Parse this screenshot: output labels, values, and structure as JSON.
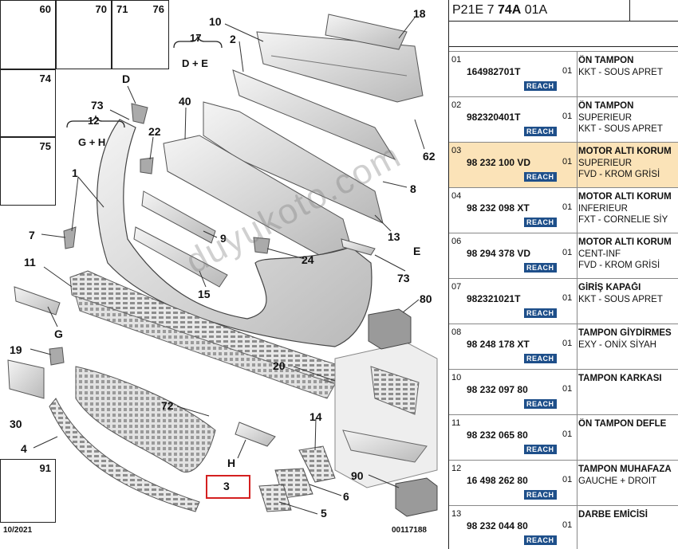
{
  "header": {
    "code_prefix": "P21E 7 ",
    "code_bold": "74A",
    "code_suffix": " 01A"
  },
  "diagram": {
    "date": "10/2021",
    "reference": "00117188",
    "watermark": "duyukoto.com",
    "callouts": [
      "60",
      "70",
      "71",
      "76",
      "74",
      "75",
      "91",
      "18",
      "10",
      "2",
      "40",
      "D",
      "73",
      "22",
      "12",
      "G + H",
      "17",
      "D + E",
      "1",
      "7",
      "11",
      "G",
      "19",
      "30",
      "4",
      "72",
      "3",
      "H",
      "8",
      "62",
      "13",
      "E",
      "73",
      "24",
      "9",
      "15",
      "80",
      "20",
      "14",
      "6",
      "5",
      "90"
    ]
  },
  "parts": [
    {
      "idx": "01",
      "number": "164982701T",
      "reach": "REACH",
      "qty": "01",
      "lines": [
        "ÖN TAMPON",
        "KKT - SOUS APRET"
      ],
      "selected": false
    },
    {
      "idx": "02",
      "number": "982320401T",
      "reach": "REACH",
      "qty": "01",
      "lines": [
        "ÖN TAMPON",
        "SUPERIEUR",
        "KKT - SOUS APRET"
      ],
      "selected": false
    },
    {
      "idx": "03",
      "number": "98 232 100 VD",
      "reach": "REACH",
      "qty": "01",
      "lines": [
        "MOTOR ALTI KORUM",
        "SUPERIEUR",
        "FVD - KROM GRİSİ"
      ],
      "selected": true
    },
    {
      "idx": "04",
      "number": "98 232 098 XT",
      "reach": "REACH",
      "qty": "01",
      "lines": [
        "MOTOR ALTI KORUM",
        "INFERIEUR",
        "FXT - CORNELIE SİY"
      ],
      "selected": false
    },
    {
      "idx": "06",
      "number": "98 294 378 VD",
      "reach": "REACH",
      "qty": "01",
      "lines": [
        "MOTOR ALTI KORUM",
        "CENT-INF",
        "FVD - KROM GRİSİ"
      ],
      "selected": false
    },
    {
      "idx": "07",
      "number": "982321021T",
      "reach": "REACH",
      "qty": "01",
      "lines": [
        "GİRİŞ KAPAĞI",
        "KKT - SOUS APRET"
      ],
      "selected": false
    },
    {
      "idx": "08",
      "number": "98 248 178 XT",
      "reach": "REACH",
      "qty": "01",
      "lines": [
        "TAMPON GİYDİRMES",
        "EXY - ONİX SİYAH"
      ],
      "selected": false
    },
    {
      "idx": "10",
      "number": "98 232 097 80",
      "reach": "REACH",
      "qty": "01",
      "lines": [
        "TAMPON KARKASI"
      ],
      "selected": false
    },
    {
      "idx": "11",
      "number": "98 232 065 80",
      "reach": "REACH",
      "qty": "01",
      "lines": [
        "ÖN TAMPON DEFLE"
      ],
      "selected": false
    },
    {
      "idx": "12",
      "number": "16 498 262 80",
      "reach": "REACH",
      "qty": "01",
      "lines": [
        "TAMPON MUHAFAZA",
        "GAUCHE + DROIT"
      ],
      "selected": false
    },
    {
      "idx": "13",
      "number": "98 232 044 80",
      "reach": "REACH",
      "qty": "01",
      "lines": [
        "DARBE EMİCİSİ"
      ],
      "selected": false
    }
  ]
}
